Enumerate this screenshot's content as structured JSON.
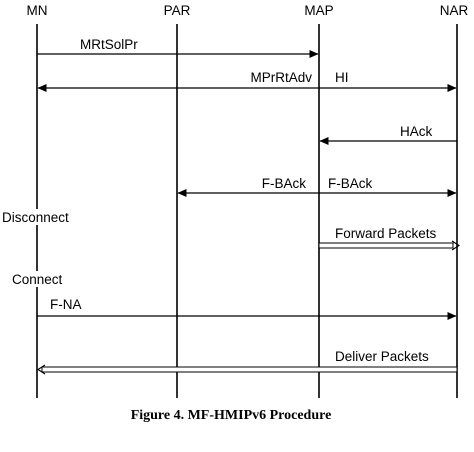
{
  "entities": [
    {
      "id": "MN",
      "label": "MN"
    },
    {
      "id": "PAR",
      "label": "PAR"
    },
    {
      "id": "MAP",
      "label": "MAP"
    },
    {
      "id": "NAR",
      "label": "NAR"
    }
  ],
  "messages": [
    {
      "label": "MRtSolPr",
      "from": "MN",
      "to": "MAP",
      "style": "single"
    },
    {
      "label": "MPrRtAdv",
      "from": "MAP",
      "to": "MN",
      "style": "single"
    },
    {
      "label": "HI",
      "from": "MAP",
      "to": "NAR",
      "style": "single"
    },
    {
      "label": "HAck",
      "from": "NAR",
      "to": "MAP",
      "style": "single"
    },
    {
      "label": "F-BAck",
      "from": "MAP",
      "to": "PAR",
      "style": "single"
    },
    {
      "label": "F-BAck",
      "from": "MAP",
      "to": "NAR",
      "style": "single"
    },
    {
      "label": "Forward Packets",
      "from": "MAP",
      "to": "NAR",
      "style": "double"
    },
    {
      "label": "F-NA",
      "from": "MN",
      "to": "NAR",
      "style": "single"
    },
    {
      "label": "Deliver Packets",
      "from": "NAR",
      "to": "MN",
      "style": "double"
    }
  ],
  "events": [
    {
      "label": "Disconnect"
    },
    {
      "label": "Connect"
    }
  ],
  "caption": "Figure 4. MF-HMIPv6 Procedure"
}
